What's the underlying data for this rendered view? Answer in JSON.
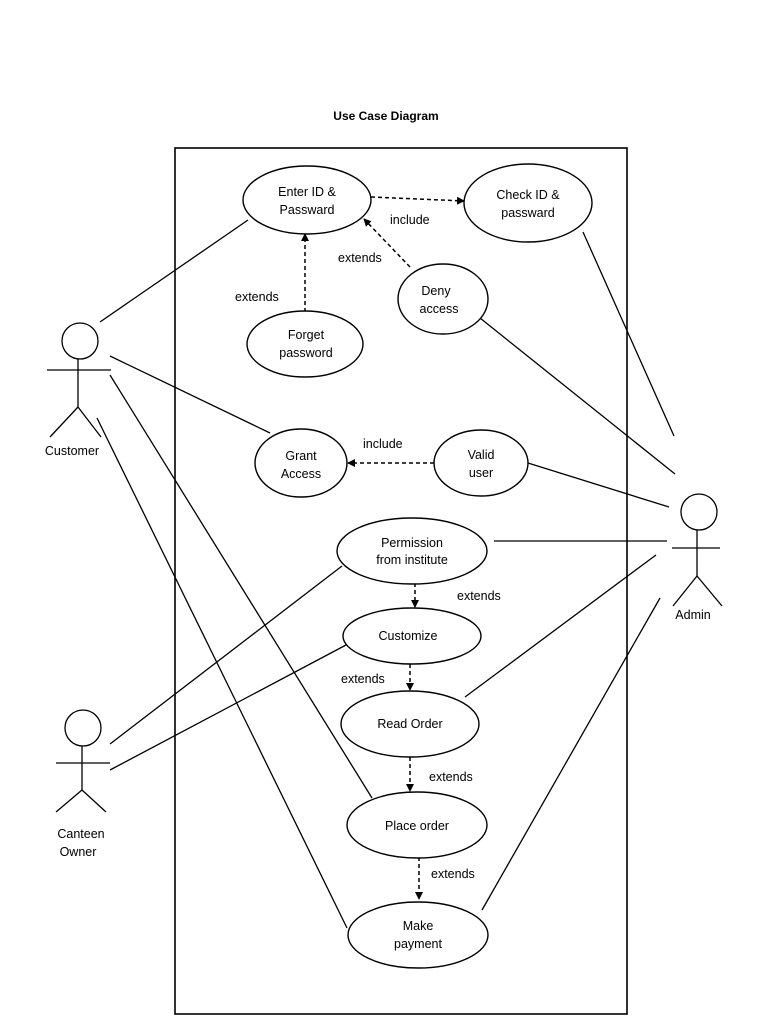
{
  "title": "Use Case Diagram",
  "actors": {
    "customer": "Customer",
    "admin": "Admin",
    "canteen_owner": [
      "Canteen",
      "Owner"
    ]
  },
  "use_cases": {
    "enter_id": [
      "Enter ID &",
      "Passward"
    ],
    "check_id": [
      "Check ID &",
      "passward"
    ],
    "deny_access": [
      "Deny",
      "access"
    ],
    "forget_password": [
      "Forget",
      "password"
    ],
    "grant_access": [
      "Grant",
      "Access"
    ],
    "valid_user": [
      "Valid",
      "user"
    ],
    "permission": [
      "Permission",
      "from institute"
    ],
    "customize": [
      "Customize"
    ],
    "read_order": [
      "Read Order"
    ],
    "place_order": [
      "Place order"
    ],
    "make_payment": [
      "Make",
      "payment"
    ]
  },
  "relations": {
    "include_1": "include",
    "extends_deny": "extends",
    "extends_forget": "extends",
    "include_2": "include",
    "extends_permission": "extends",
    "extends_customize": "extends",
    "extends_read": "extends",
    "extends_place": "extends"
  }
}
